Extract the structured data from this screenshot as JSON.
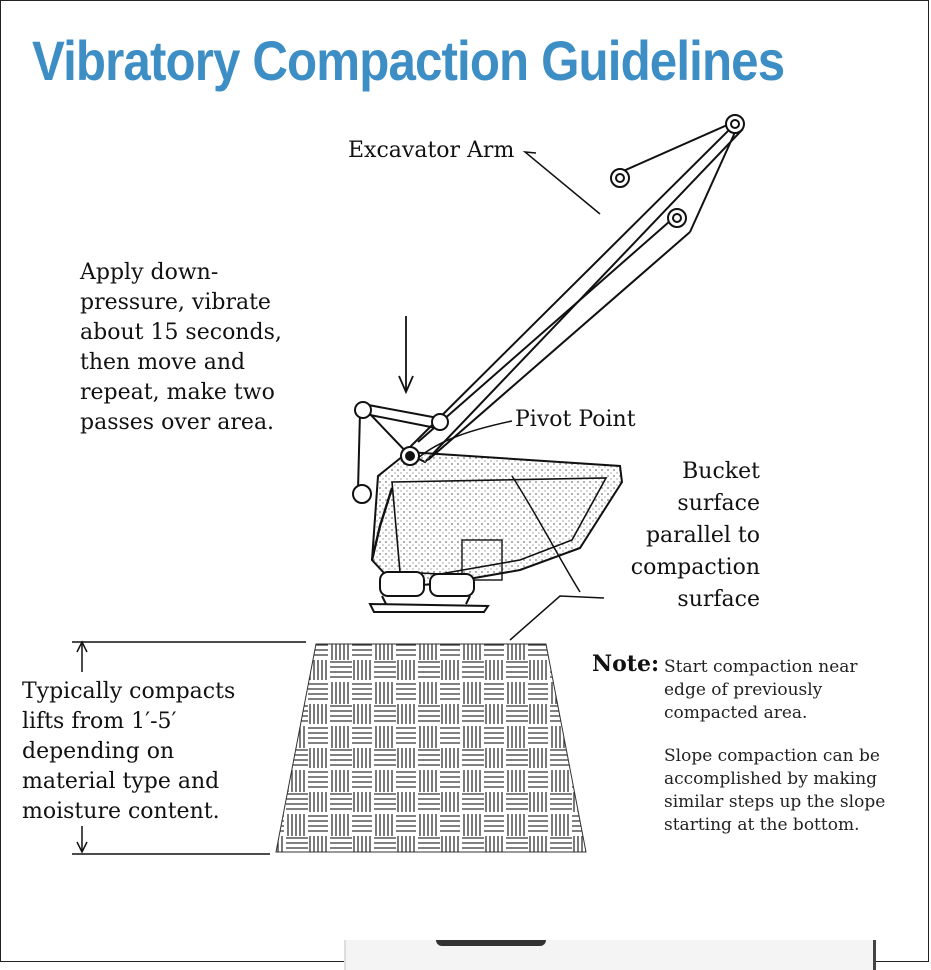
{
  "title": "Vibratory Compaction Guidelines",
  "labels": {
    "excavator_arm": "Excavator Arm",
    "pivot_point": "Pivot Point"
  },
  "instruction_lines": [
    "Apply down-",
    "pressure, vibrate",
    "about 15 seconds,",
    "then move and",
    "repeat, make two",
    "passes over area."
  ],
  "bucket_lines": [
    "Bucket",
    "surface",
    "parallel to",
    "compaction",
    "surface"
  ],
  "lift_lines": [
    "Typically compacts",
    "lifts from 1′-5′",
    "depending on",
    "material type and",
    "moisture content."
  ],
  "note": {
    "heading": "Note:",
    "para1": [
      "Start compaction near",
      "edge of previously",
      "compacted area."
    ],
    "para2": [
      "Slope compaction can be",
      "accomplished by making",
      "similar steps up the slope",
      "starting at the bottom."
    ]
  },
  "colors": {
    "title": "#3e8ec6",
    "ink": "#111111"
  }
}
